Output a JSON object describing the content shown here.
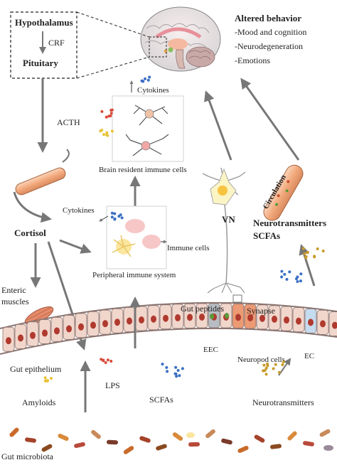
{
  "hpa": {
    "hypothalamus": "Hypothalamus",
    "crf": "CRF",
    "pituitary": "Pituitary",
    "acth": "ACTH",
    "cortisol": "Cortisol"
  },
  "behavior": {
    "title": "Altered behavior",
    "items": [
      "-Mood and cognition",
      "-Neurodegeneration",
      "-Emotions"
    ]
  },
  "brain_immune": {
    "cytokines": "Cytokines",
    "label": "Brain resident immune cells"
  },
  "peripheral": {
    "cytokines": "Cytokines",
    "label": "Peripheral immune system",
    "immune_cells": "Immune cells"
  },
  "neural": {
    "vn": "VN",
    "circulation": "Circulation",
    "neurotransmitters_scfas_1": "Neurotransmitters",
    "neurotransmitters_scfas_2": "SCFAs"
  },
  "gut": {
    "enteric_muscles_1": "Enteric",
    "enteric_muscles_2": "muscles",
    "gut_peptides": "Gut peptides",
    "synapse": "Synapse",
    "eec": "EEC",
    "neuropod_cells": "Neuropod cells",
    "ec": "EC",
    "gut_epithelium": "Gut epithelium"
  },
  "lumen": {
    "lps": "LPS",
    "amyloids": "Amyloids",
    "scfas": "SCFAs",
    "neurotransmitters": "Neurotransmitters",
    "gut_microbiota": "Gut microbiota"
  },
  "colors": {
    "arrow": "#777777",
    "tube": "#f3b48a",
    "epithelium": "#f1d6cc",
    "eec": "#b8bdc4",
    "neuropod": "#ec9a74",
    "ec": "#c5dbef",
    "neuron": "#fbf4c4"
  }
}
